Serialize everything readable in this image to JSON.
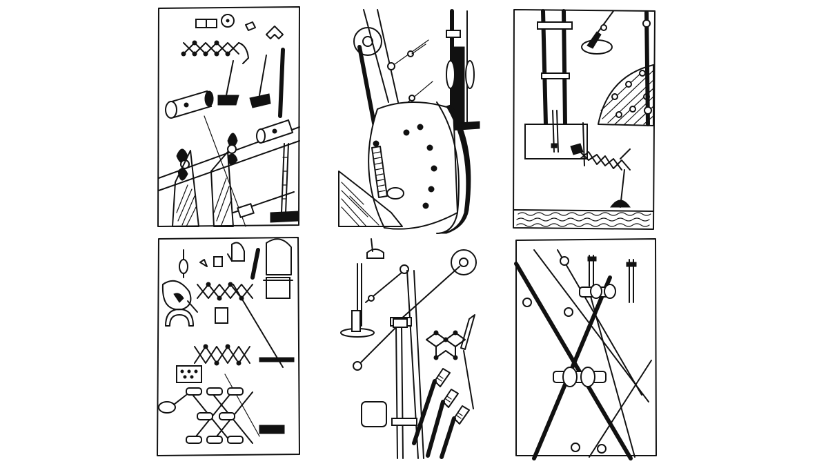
{
  "figure": {
    "panels": [
      {
        "id": "panel-1",
        "subject": "sketch-scissor-linkage-propellers-and-brushes"
      },
      {
        "id": "panel-2",
        "subject": "sketch-wheel-with-cables-and-pulleys"
      },
      {
        "id": "panel-3",
        "subject": "sketch-tower-with-telescoping-arm-and-dome"
      },
      {
        "id": "panel-4",
        "subject": "sketch-assorted-tools-and-scissor-arms"
      },
      {
        "id": "panel-5",
        "subject": "sketch-poles-pulleys-and-brushes"
      },
      {
        "id": "panel-6",
        "subject": "sketch-crossed-cables-with-spools"
      }
    ],
    "ink_color": "#111111",
    "paper_color": "#ffffff"
  }
}
